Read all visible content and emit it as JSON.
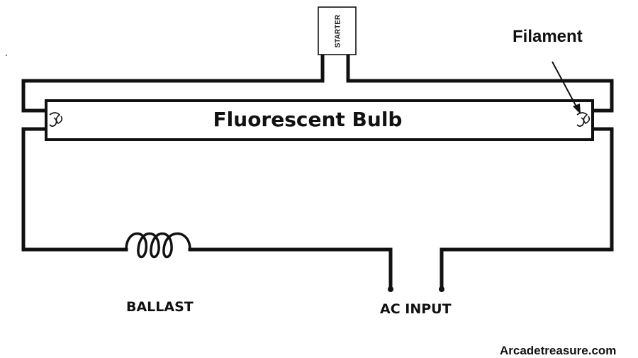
{
  "diagram": {
    "bulb_label": "Fluorescent Bulb",
    "starter_label": "STARTER",
    "filament_label": "Filament",
    "ballast_label": "BALLAST",
    "ac_input_label": "AC INPUT",
    "credit": "Arcadetreasure.com"
  }
}
